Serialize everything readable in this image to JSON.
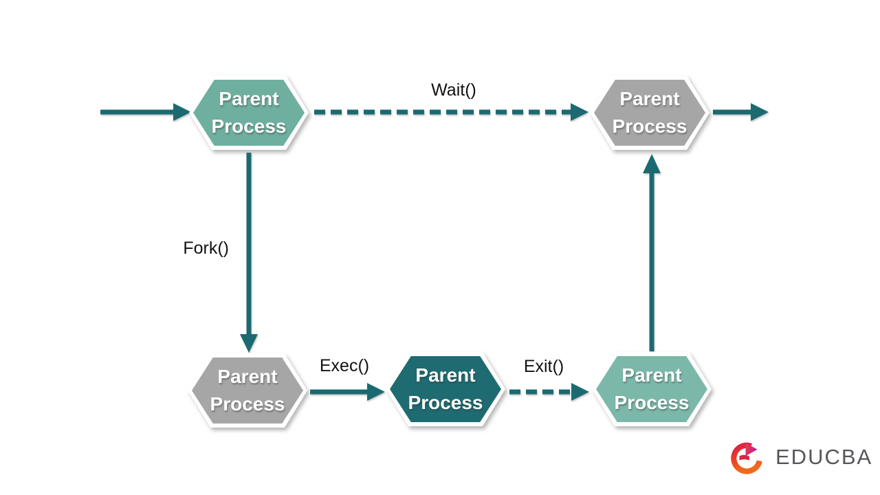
{
  "diagram": {
    "nodes": [
      {
        "id": "top-left",
        "label": "Parent Process",
        "fill": "#6FAF9F"
      },
      {
        "id": "top-right",
        "label": "Parent Process",
        "fill": "#A6A6A6"
      },
      {
        "id": "bottom-left",
        "label": "Parent Process",
        "fill": "#A6A6A6"
      },
      {
        "id": "bottom-middle",
        "label": "Parent Process",
        "fill": "#1E6B71"
      },
      {
        "id": "bottom-right",
        "label": "Parent Process",
        "fill": "#7BB8A9"
      }
    ],
    "edges": [
      {
        "id": "entry",
        "label": "",
        "style": "solid",
        "from": "start",
        "to": "top-left"
      },
      {
        "id": "wait",
        "label": "Wait()",
        "style": "dashed",
        "from": "top-left",
        "to": "top-right"
      },
      {
        "id": "fork",
        "label": "Fork()",
        "style": "solid",
        "from": "top-left",
        "to": "bottom-left"
      },
      {
        "id": "exec",
        "label": "Exec()",
        "style": "solid",
        "from": "bottom-left",
        "to": "bottom-middle"
      },
      {
        "id": "exit",
        "label": "Exit()",
        "style": "dashed",
        "from": "bottom-middle",
        "to": "bottom-right"
      },
      {
        "id": "return",
        "label": "",
        "style": "solid",
        "from": "bottom-right",
        "to": "top-right"
      },
      {
        "id": "out",
        "label": "",
        "style": "solid",
        "from": "top-right",
        "to": "end"
      }
    ],
    "colors": {
      "arrow": "#1C6A71",
      "node_border": "#FFFFFF",
      "node_text": "#FFFFFF",
      "label_text": "#111111"
    }
  },
  "footer": {
    "brand": "EDUCBA",
    "brand_color": "#54565A"
  }
}
